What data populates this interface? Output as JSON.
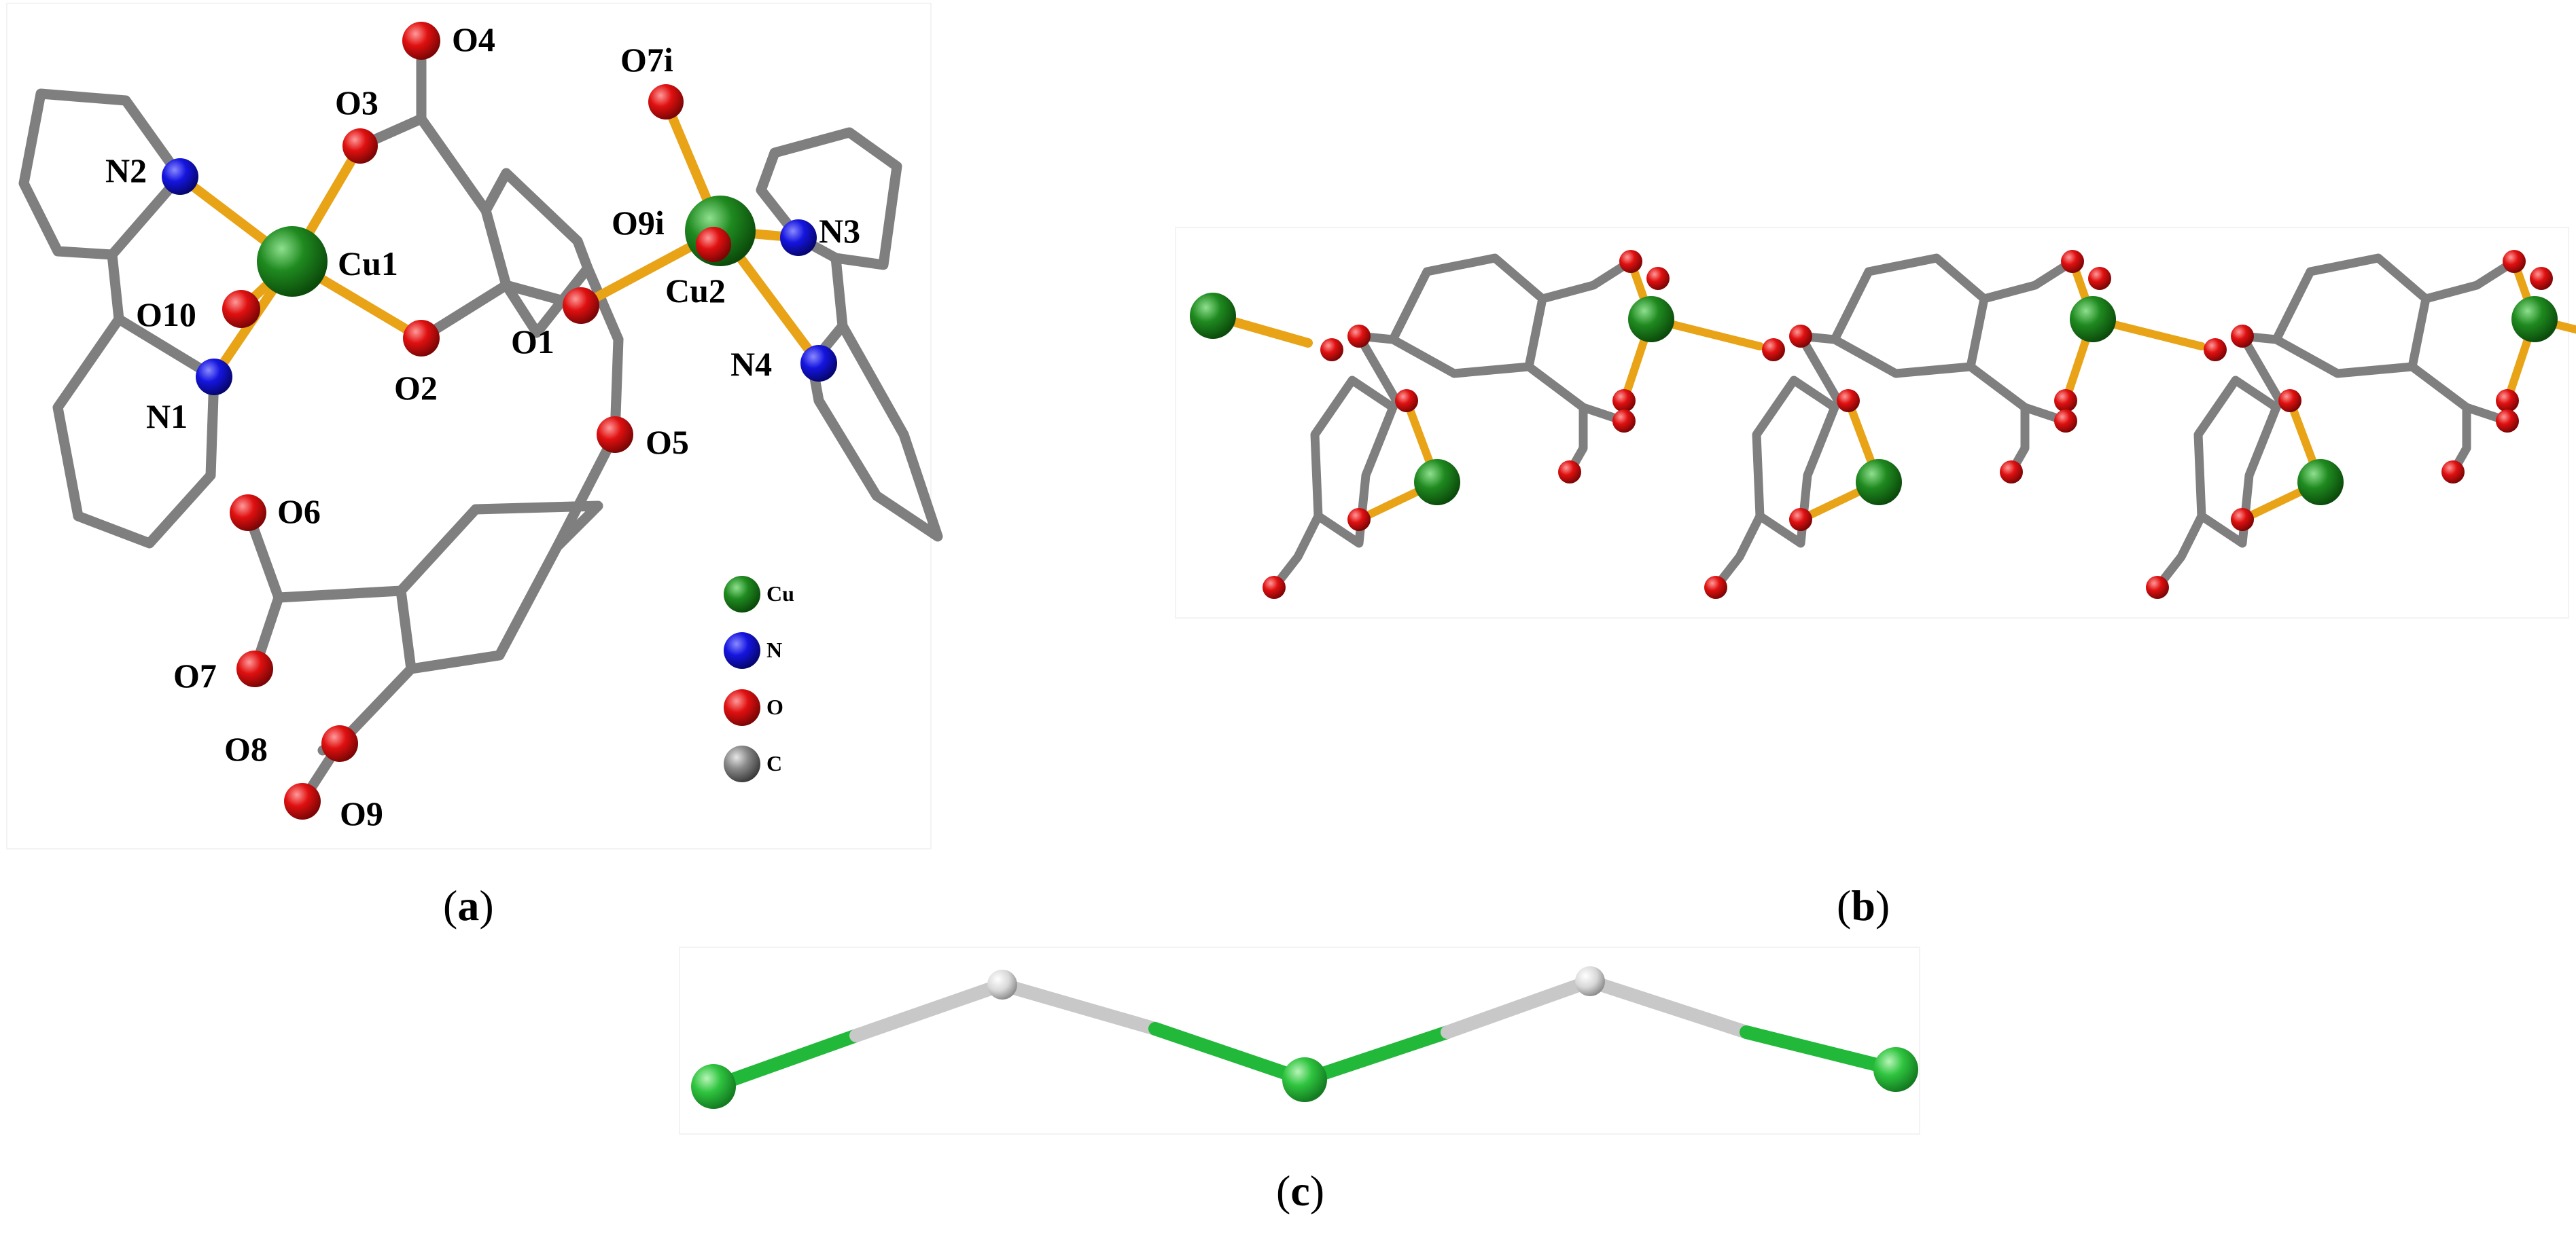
{
  "atom_colors": {
    "Cu": "#1f8a1f",
    "N": "#1515e0",
    "O": "#e01010",
    "C": "#7f7f7f"
  },
  "bond_colors": {
    "metal_bond": "#e8a317",
    "organic_bond": "#7f7f7f",
    "chain_cu": "#22b83a",
    "chain_link": "#c8c8c8"
  },
  "panel_a": {
    "labels": {
      "O4": "O4",
      "O3": "O3",
      "O7i": "O7i",
      "N2": "N2",
      "Cu1": "Cu1",
      "O9i": "O9i",
      "N3": "N3",
      "Cu2": "Cu2",
      "O10": "O10",
      "O1": "O1",
      "N4": "N4",
      "N1": "N1",
      "O2": "O2",
      "O5": "O5",
      "O6": "O6",
      "O7": "O7",
      "O8": "O8",
      "O9": "O9"
    },
    "legend": [
      {
        "element": "Cu",
        "label": "Cu",
        "color": "#1f8a1f"
      },
      {
        "element": "N",
        "label": "N",
        "color": "#1515e0"
      },
      {
        "element": "O",
        "label": "O",
        "color": "#e01010"
      },
      {
        "element": "C",
        "label": "C",
        "color": "#7f7f7f"
      }
    ],
    "caption": "a"
  },
  "panel_b": {
    "caption": "b"
  },
  "panel_c": {
    "caption": "c"
  }
}
